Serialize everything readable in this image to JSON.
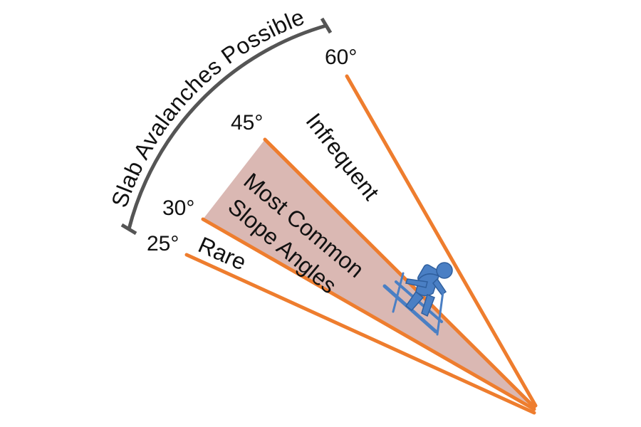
{
  "diagram": {
    "arc_label": "Slab Avalanches Possible",
    "angles": {
      "a25": "25°",
      "a30": "30°",
      "a45": "45°",
      "a60": "60°"
    },
    "zones": {
      "rare": "Rare",
      "common_line1": "Most Common",
      "common_line2": "Slope Angles",
      "infrequent": "Infrequent"
    },
    "colors": {
      "line": "#ee7d2e",
      "wedge_fill": "#d4aba6",
      "arc": "#555555",
      "skier": "#4a7fc4"
    },
    "icons": {
      "skier": "skier-icon"
    }
  }
}
